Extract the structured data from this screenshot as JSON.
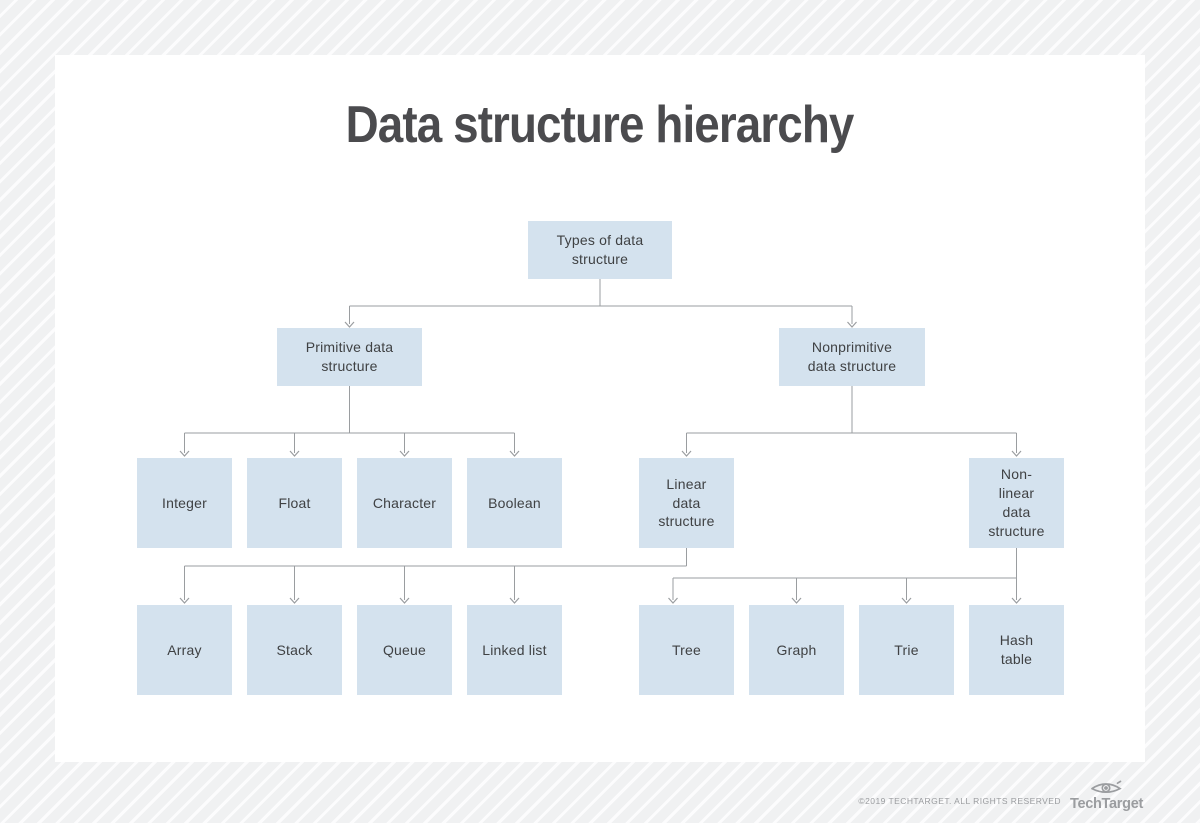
{
  "page": {
    "title": "Data structure hierarchy"
  },
  "diagram": {
    "nodes": [
      {
        "id": "types",
        "label": "Types of data\nstructure"
      },
      {
        "id": "primitive",
        "label": "Primitive data\nstructure"
      },
      {
        "id": "nonprimitive",
        "label": "Nonprimitive\ndata structure"
      },
      {
        "id": "integer",
        "label": "Integer"
      },
      {
        "id": "float",
        "label": "Float"
      },
      {
        "id": "character",
        "label": "Character"
      },
      {
        "id": "boolean",
        "label": "Boolean"
      },
      {
        "id": "linear",
        "label": "Linear\ndata\nstructure"
      },
      {
        "id": "nonlinear",
        "label": "Non-\nlinear\ndata\nstructure"
      },
      {
        "id": "array",
        "label": "Array"
      },
      {
        "id": "stack",
        "label": "Stack"
      },
      {
        "id": "queue",
        "label": "Queue"
      },
      {
        "id": "linked-list",
        "label": "Linked list"
      },
      {
        "id": "tree",
        "label": "Tree"
      },
      {
        "id": "graph",
        "label": "Graph"
      },
      {
        "id": "trie",
        "label": "Trie"
      },
      {
        "id": "hash-table",
        "label": "Hash\ntable"
      }
    ],
    "edges": [
      {
        "parent": "types",
        "child": "primitive"
      },
      {
        "parent": "types",
        "child": "nonprimitive"
      },
      {
        "parent": "primitive",
        "child": "integer"
      },
      {
        "parent": "primitive",
        "child": "float"
      },
      {
        "parent": "primitive",
        "child": "character"
      },
      {
        "parent": "primitive",
        "child": "boolean"
      },
      {
        "parent": "nonprimitive",
        "child": "linear"
      },
      {
        "parent": "nonprimitive",
        "child": "nonlinear"
      },
      {
        "parent": "linear",
        "child": "array"
      },
      {
        "parent": "linear",
        "child": "stack"
      },
      {
        "parent": "linear",
        "child": "queue"
      },
      {
        "parent": "linear",
        "child": "linked-list"
      },
      {
        "parent": "nonlinear",
        "child": "tree"
      },
      {
        "parent": "nonlinear",
        "child": "graph"
      },
      {
        "parent": "nonlinear",
        "child": "trie"
      },
      {
        "parent": "nonlinear",
        "child": "hash-table"
      }
    ]
  },
  "footer": {
    "copyright": "©2019 TECHTARGET. ALL RIGHTS RESERVED",
    "brand": "TechTarget",
    "logo_icon": "eye-icon"
  },
  "colors": {
    "background": "#f0f1f2",
    "background_stripe": "#fcfcfd",
    "panel": "#ffffff",
    "node_fill": "#d4e2ee",
    "connector_line": "#9a9da0",
    "title_text": "#4b4b4e",
    "node_text": "#3f4143",
    "footer_text": "#9b9da0"
  }
}
